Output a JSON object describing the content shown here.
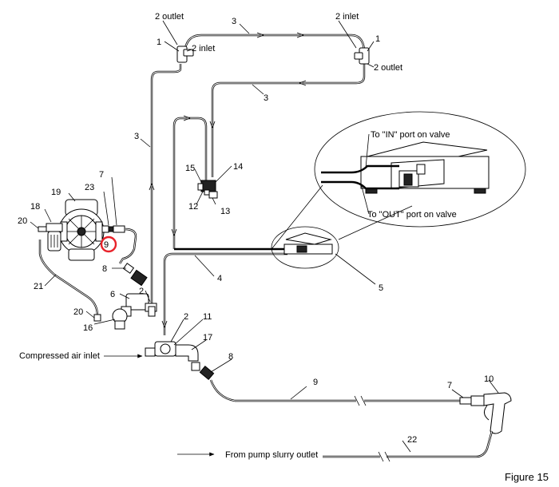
{
  "figure": {
    "caption": "Figure 15"
  },
  "callouts": {
    "outlet_left": "2 outlet",
    "inlet_left": "2 inlet",
    "inlet_right": "2 inlet",
    "outlet_right": "2 outlet",
    "fitting_tl": "1",
    "fitting_tr": "1",
    "hose_top": "3",
    "hose_mid_right": "3",
    "hose_left": "3",
    "hose_valve": "4",
    "foot_valve": "5",
    "n6": "6",
    "n7_left": "7",
    "n7_right": "7",
    "n8_left": "8",
    "n8_right": "8",
    "n9_circled": "9",
    "n9_hose": "9",
    "n10": "10",
    "n11": "11",
    "n12": "12",
    "n13": "13",
    "n14": "14",
    "n15": "15",
    "n16": "16",
    "n17": "17",
    "n18": "18",
    "n19": "19",
    "n20_top": "20",
    "n20_bottom": "20",
    "n21": "21",
    "n22": "22",
    "n23": "23",
    "n2_fitting": "2",
    "n2_manifold": "2"
  },
  "notes": {
    "in_port": "To \"IN\" port on valve",
    "out_port": "To \"OUT\" port on valve",
    "air_inlet": "Compressed air inlet",
    "slurry_outlet": "From pump slurry outlet"
  },
  "highlight": {
    "color": "#e8232b"
  }
}
